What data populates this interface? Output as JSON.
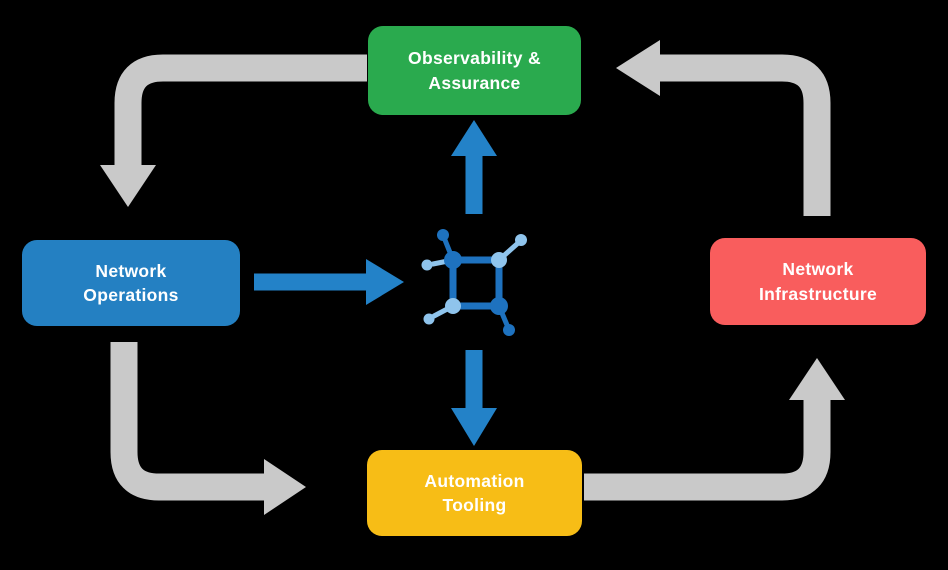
{
  "colors": {
    "background": "#000000",
    "flow_arrow": "#C9C9C9",
    "process_arrow": "#2382C8",
    "icon_dark": "#1E72BF",
    "icon_light": "#8FC4EC",
    "label_text": "#FFFFFF"
  },
  "nodes": {
    "observability": {
      "line1": "Observability &",
      "line2": "Assurance",
      "color": "#2AAA4E"
    },
    "operations": {
      "line1": "Network",
      "line2": "Operations",
      "color": "#2480C2"
    },
    "infrastructure": {
      "line1": "Network",
      "line2": "Infrastructure",
      "color": "#F95D5D"
    },
    "automation": {
      "line1": "Automation",
      "line2": "Tooling",
      "color": "#F7BD16"
    }
  },
  "center_icon": {
    "name": "network-hub-icon"
  },
  "arrows": [
    {
      "from": "observability",
      "to": "operations",
      "style": "flow"
    },
    {
      "from": "operations",
      "to": "automation",
      "style": "flow"
    },
    {
      "from": "automation",
      "to": "infrastructure",
      "style": "flow"
    },
    {
      "from": "infrastructure",
      "to": "observability",
      "style": "flow"
    },
    {
      "from": "operations",
      "to": "center",
      "style": "process"
    },
    {
      "from": "center",
      "to": "observability",
      "style": "process"
    },
    {
      "from": "center",
      "to": "automation",
      "style": "process"
    }
  ]
}
